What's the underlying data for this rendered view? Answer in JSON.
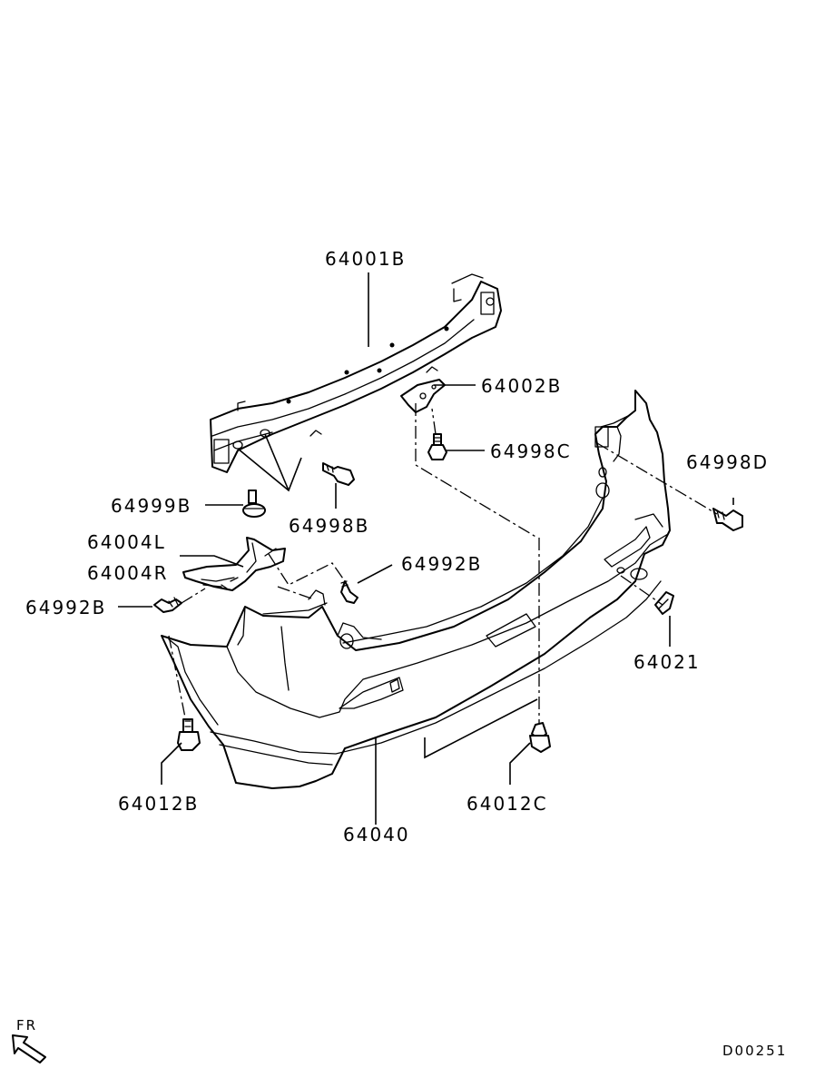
{
  "labels": {
    "reinforcement": "64001B",
    "bracket_center": "64002B",
    "bolt_c": "64998C",
    "bolt_d": "64998D",
    "clip_b": "64999B",
    "bolt_b": "64998B",
    "bracket_l": "64004L",
    "bracket_r": "64004R",
    "screw_right": "64992B",
    "screw_left": "64992B",
    "retainer": "64021",
    "fastener_left": "64012B",
    "fastener_center": "64012C",
    "bumper_face": "64040"
  },
  "orientation": "FR",
  "diagram_code": "D00251"
}
